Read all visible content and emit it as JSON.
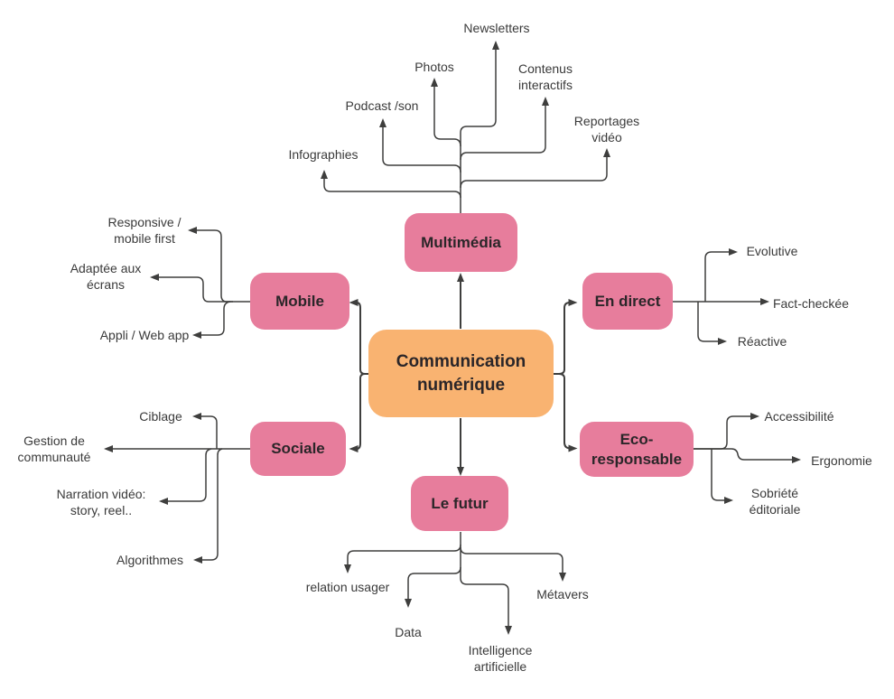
{
  "diagram": {
    "center": {
      "label": "Communication numérique"
    },
    "branches": [
      {
        "id": "multimedia",
        "label": "Multimédia",
        "leaves": [
          "Newsletters",
          "Photos",
          "Contenus interactifs",
          "Podcast /son",
          "Reportages vidéo",
          "Infographies"
        ]
      },
      {
        "id": "mobile",
        "label": "Mobile",
        "leaves": [
          "Responsive / mobile first",
          "Adaptée aux écrans",
          "Appli / Web app"
        ]
      },
      {
        "id": "sociale",
        "label": "Sociale",
        "leaves": [
          "Ciblage",
          "Gestion de communauté",
          "Narration vidéo: story, reel..",
          "Algorithmes"
        ]
      },
      {
        "id": "en-direct",
        "label": "En direct",
        "leaves": [
          "Evolutive",
          "Fact-checkée",
          "Réactive"
        ]
      },
      {
        "id": "eco-responsable",
        "label": "Eco-responsable",
        "leaves": [
          "Accessibilité",
          "Ergonomie",
          "Sobriété éditoriale"
        ]
      },
      {
        "id": "le-futur",
        "label": "Le futur",
        "leaves": [
          "relation usager",
          "Data",
          "Intelligence artificielle",
          "Métavers"
        ]
      }
    ],
    "colors": {
      "branch_fill": "#E77D9C",
      "center_fill": "#F9B371",
      "line": "#3e3e3d",
      "leaf_text": "#3a3a3a",
      "node_text": "#2b2629",
      "background": "#ffffff"
    }
  }
}
